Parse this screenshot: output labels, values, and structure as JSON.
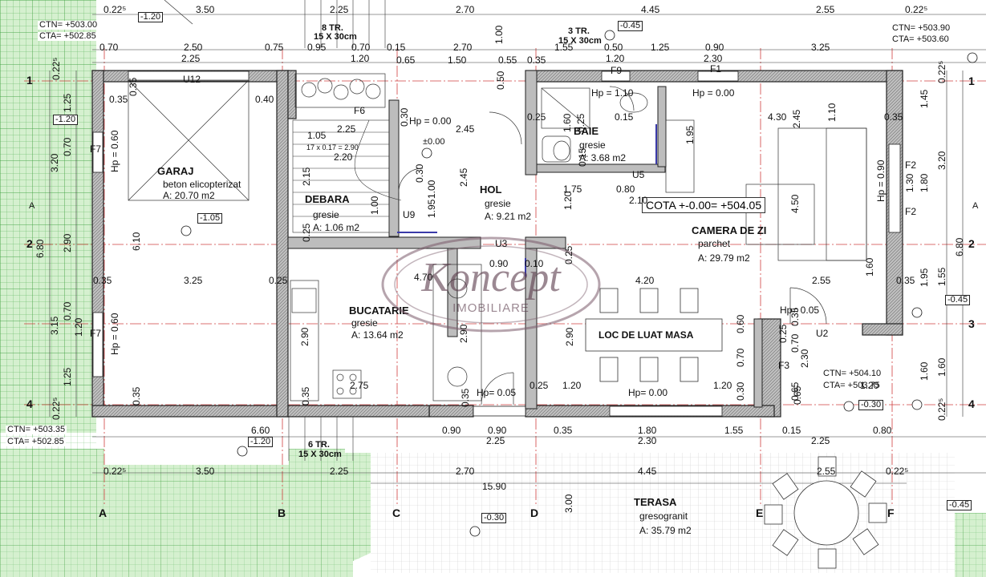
{
  "rooms": {
    "garaj": {
      "name": "GARAJ",
      "finish": "beton elicopterizat",
      "area": "A: 20.70 m2"
    },
    "debara": {
      "name": "DEBARA",
      "finish": "gresie",
      "area": "A: 1.06 m2"
    },
    "hol": {
      "name": "HOL",
      "finish": "gresie",
      "area": "A: 9.21 m2"
    },
    "baie": {
      "name": "BAIE",
      "finish": "gresie",
      "area": "A: 3.68 m2"
    },
    "camera": {
      "name": "CAMERA DE ZI",
      "finish": "parchet",
      "area": "A: 29.79 m2"
    },
    "bucatarie": {
      "name": "BUCATARIE",
      "finish": "gresie",
      "area": "A: 13.64 m2"
    },
    "masa": {
      "name": "LOC DE LUAT MASA"
    },
    "terasa": {
      "name": "TERASA",
      "finish": "gresogranit",
      "area": "A: 35.79 m2"
    }
  },
  "cota": "COTA +-0.00= +504.05",
  "watermark": {
    "brand": "Koncept",
    "tagline": "IMOBILIARE"
  },
  "levels": {
    "tl_ctn": "CTN= +503.00",
    "tl_cta": "CTA= +502.85",
    "tr_ctn": "CTN= +503.90",
    "tr_cta": "CTA= +503.60",
    "bl_ctn": "CTN= +503.35",
    "bl_cta": "CTA= +502.85",
    "mr_ctn": "CTN= +504.10",
    "mr_cta": "CTA= +503.75",
    "m120a": "-1.20",
    "m120b": "-1.20",
    "m120c": "-1.20",
    "m105": "-1.05",
    "m045a": "-0.45",
    "m045b": "-0.45",
    "m045c": "-0.45",
    "m030a": "-0.30",
    "m030b": "-0.30",
    "zero": "±0.00"
  },
  "stairs": {
    "s1": "8 TR.",
    "s1d": "15 X 30cm",
    "s2": "3 TR.",
    "s2d": "15 X 30cm",
    "s3": "6 TR.",
    "s3d": "15 X 30cm",
    "inner": "17 x 0.17 = 2.90"
  },
  "axes_letters": [
    "A",
    "B",
    "C",
    "D",
    "E",
    "F"
  ],
  "axes_numbers": [
    "1",
    "2",
    "3",
    "4"
  ],
  "section_mark": "A",
  "tags": {
    "u12": "U12",
    "u3": "U3",
    "u5": "U5",
    "u9": "U9",
    "u2": "U2",
    "f6": "F6",
    "f9": "F9",
    "f1": "F1",
    "f2a": "F2",
    "f2b": "F2",
    "f7a": "F7",
    "f7b": "F7",
    "f3": "F3"
  },
  "hp": {
    "garaj1": "Hp = 0.60",
    "garaj2": "Hp = 0.60",
    "baie": "Hp = 1.10",
    "camera1": "Hp = 0.00",
    "camera_r": "Hp = 0.90",
    "hol": "Hp = 0.00",
    "buc": "Hp= 0.05",
    "masa": "Hp= 0.00",
    "dr": "Hp= 0.05"
  },
  "dims_top": {
    "a1": "0.22⁵",
    "a2": "3.50",
    "a3": "2.25",
    "a4": "2.70",
    "a5": "4.45",
    "a6": "2.55",
    "a7": "0.22⁵",
    "b1": "0.70",
    "b2": "2.50",
    "b3": "0.75",
    "b4": "0.95",
    "b5": "0.70",
    "b6": "0.15",
    "b7": "2.70",
    "b8": "1.55",
    "b9": "0.50",
    "b10": "1.25",
    "b11": "0.90",
    "b12": "3.25",
    "c1": "2.25",
    "c2": "1.20",
    "c3": "0.65",
    "c4": "1.50",
    "c5": "0.55",
    "c6": "0.35",
    "c7": "1.20",
    "c8": "2.30",
    "d1": "1.00"
  },
  "dims_inner": {
    "i1": "0.35",
    "i2": "0.40",
    "i3": "1.05",
    "i4": "2.25",
    "i5": "2.20",
    "i6": "2.15",
    "i7": "1.00",
    "i8": "1.00",
    "i9": "0.30",
    "i10": "1.95",
    "i11": "2.45",
    "i12": "2.45",
    "i13": "0.25",
    "i14": "1.60",
    "i15": "0.15",
    "i16": "1.95",
    "i17": "4.30",
    "i18": "0.35",
    "i19": "1.10",
    "i20": "1.75",
    "i21": "0.80",
    "i22": "2.10",
    "i23": "0.15",
    "i24": "1.20",
    "i25": "4.50",
    "i26": "6.10",
    "i27": "0.35",
    "i28": "3.25",
    "i29": "0.25",
    "i30": "0.90",
    "i31": "0.10",
    "i32": "0.25",
    "i33": "4.20",
    "i34": "2.55",
    "i35": "1.60",
    "i36": "0.35",
    "i37": "2.90",
    "i38": "2.90",
    "i39": "2.90",
    "i40": "0.60",
    "i41": "0.70",
    "i42": "0.35",
    "i43": "0.25",
    "i44": "0.70",
    "i45": "2.30",
    "i46": "2.75",
    "i47": "0.25",
    "i48": "1.20",
    "i49": "1.20",
    "i50": "0.30",
    "i51": "0.35",
    "i52": "0.65",
    "i53": "4.70",
    "i54": "0.35",
    "i55": "0.30",
    "i56": "0.35",
    "i57": "0.50",
    "i58": "0.25",
    "i59": "2.45",
    "i60": "0.25",
    "i61": "1.20"
  },
  "dims_left": {
    "l1": "0.22⁵",
    "l2": "1.25",
    "l3": "3.20",
    "l4": "0.70",
    "l5": "6.80",
    "l6": "2.90",
    "l7": "3.15",
    "l8": "0.70",
    "l9": "1.20",
    "l10": "1.25",
    "l11": "0.22⁵"
  },
  "dims_right": {
    "r1": "0.22⁵",
    "r2": "1.45",
    "r3": "3.20",
    "r4": "1.30",
    "r5": "1.80",
    "r6": "6.80",
    "r7": "1.95",
    "r8": "1.55",
    "r9": "1.60",
    "r10": "1.60",
    "r11": "0.22⁵"
  },
  "dims_bottom": {
    "b1": "6.60",
    "b2": "0.90",
    "b3": "0.90",
    "b4": "1.80",
    "b5": "1.55",
    "b6": "0.15",
    "b7": "0.80",
    "b8": "2.25",
    "b9": "2.30",
    "b10": "2.25",
    "b11": "0.22⁵",
    "b12": "3.50",
    "b13": "2.25",
    "b14": "2.70",
    "b15": "4.45",
    "b16": "2.55",
    "b17": "0.22⁵",
    "b18": "15.90",
    "b19": "0.35",
    "b20": "0.65",
    "b21": "3.00",
    "b22": "0.35"
  }
}
